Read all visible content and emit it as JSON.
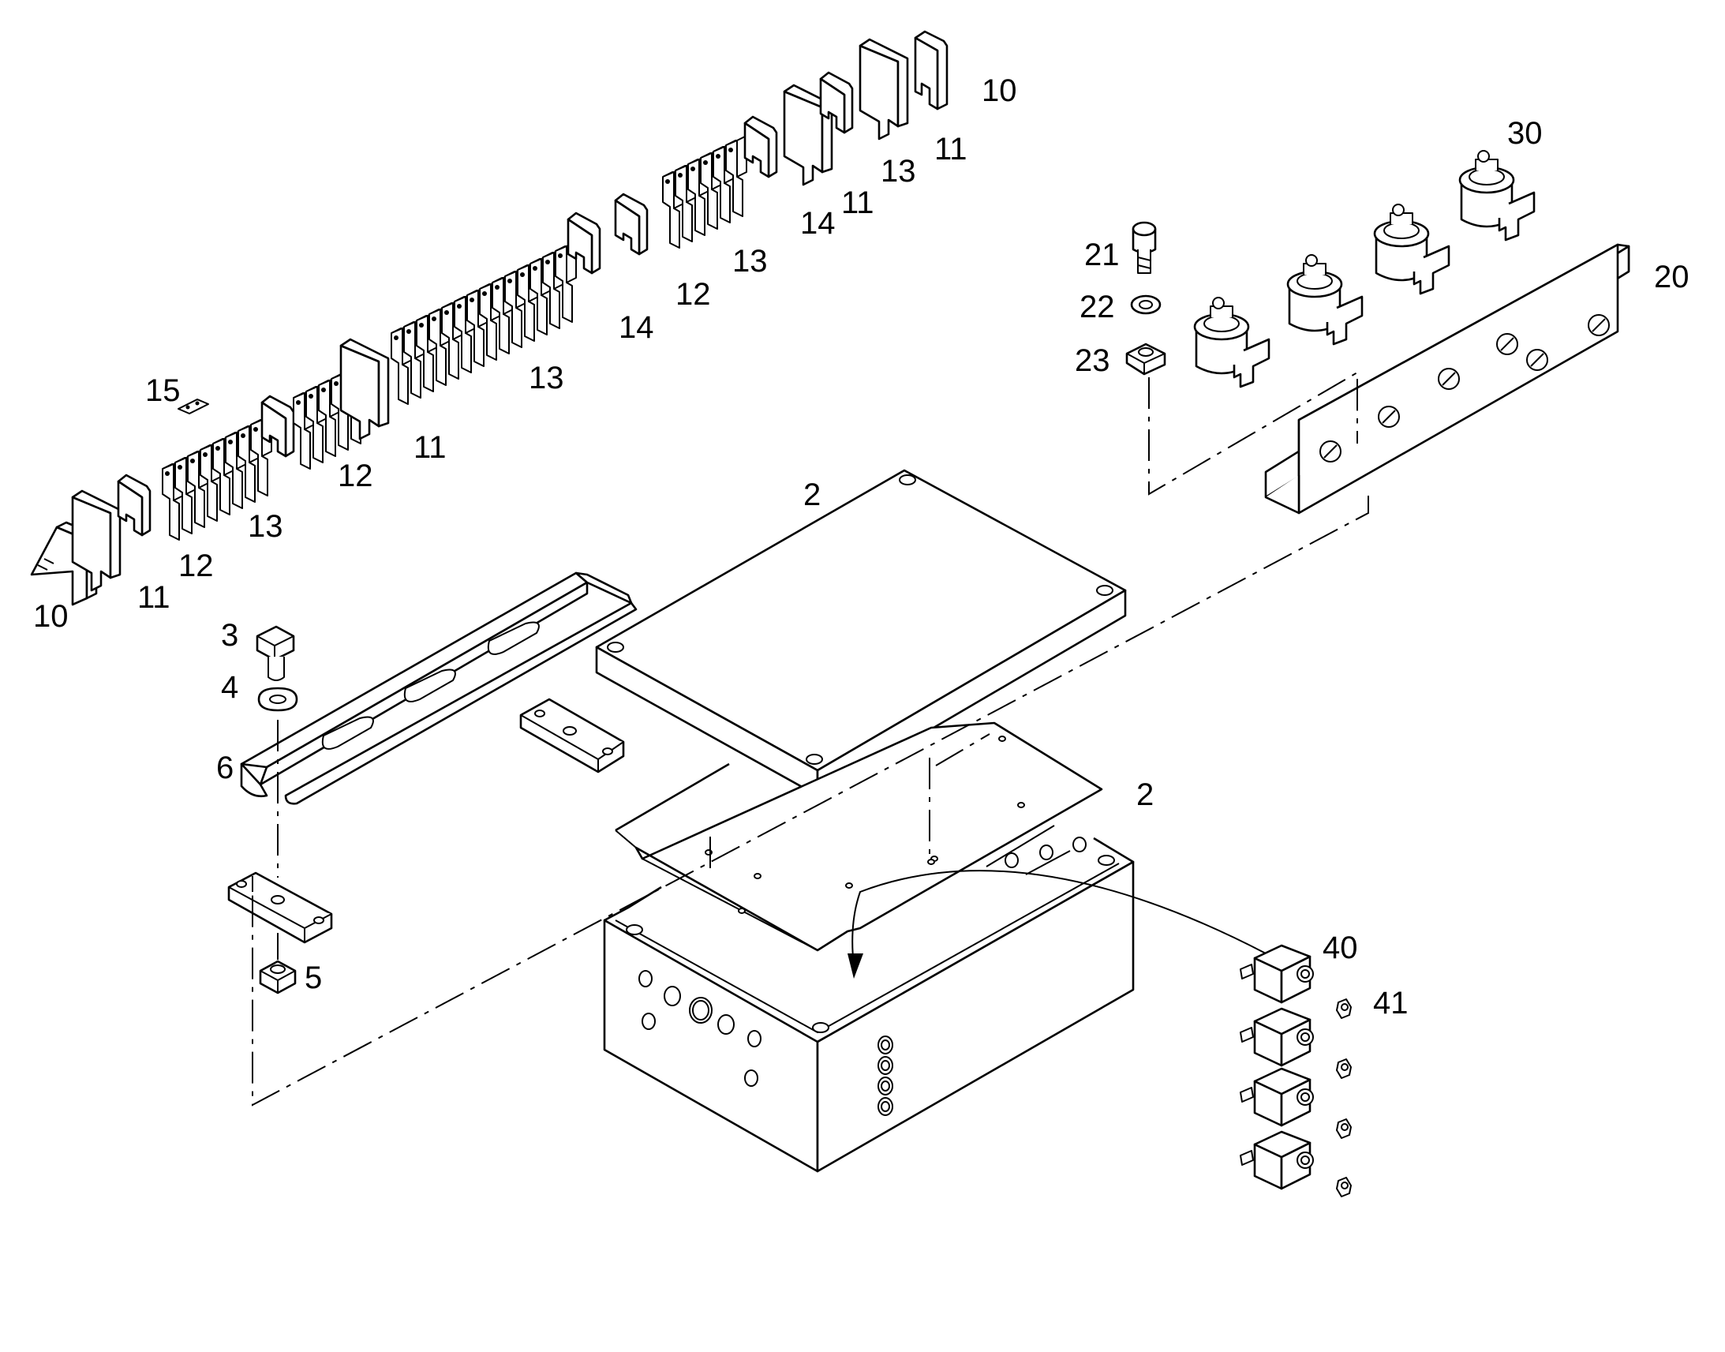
{
  "diagram": {
    "labels": [
      {
        "id": "callout-10-right",
        "text": "10"
      },
      {
        "id": "callout-11-top-right",
        "text": "11"
      },
      {
        "id": "callout-13-top-right",
        "text": "13"
      },
      {
        "id": "callout-11-top-mid",
        "text": "11"
      },
      {
        "id": "callout-14-top",
        "text": "14"
      },
      {
        "id": "callout-13-mid-right",
        "text": "13"
      },
      {
        "id": "callout-12-mid",
        "text": "12"
      },
      {
        "id": "callout-14-mid",
        "text": "14"
      },
      {
        "id": "callout-13-center",
        "text": "13"
      },
      {
        "id": "callout-11-center",
        "text": "11"
      },
      {
        "id": "callout-12-left-mid",
        "text": "12"
      },
      {
        "id": "callout-15",
        "text": "15"
      },
      {
        "id": "callout-13-left",
        "text": "13"
      },
      {
        "id": "callout-12-left",
        "text": "12"
      },
      {
        "id": "callout-11-left",
        "text": "11"
      },
      {
        "id": "callout-10-left",
        "text": "10"
      },
      {
        "id": "callout-30",
        "text": "30"
      },
      {
        "id": "callout-20",
        "text": "20"
      },
      {
        "id": "callout-21",
        "text": "21"
      },
      {
        "id": "callout-22",
        "text": "22"
      },
      {
        "id": "callout-23",
        "text": "23"
      },
      {
        "id": "callout-2-lid",
        "text": "2"
      },
      {
        "id": "callout-2-gasket",
        "text": "2"
      },
      {
        "id": "callout-3",
        "text": "3"
      },
      {
        "id": "callout-4",
        "text": "4"
      },
      {
        "id": "callout-6",
        "text": "6"
      },
      {
        "id": "callout-5",
        "text": "5"
      },
      {
        "id": "callout-40",
        "text": "40"
      },
      {
        "id": "callout-41",
        "text": "41"
      }
    ]
  }
}
